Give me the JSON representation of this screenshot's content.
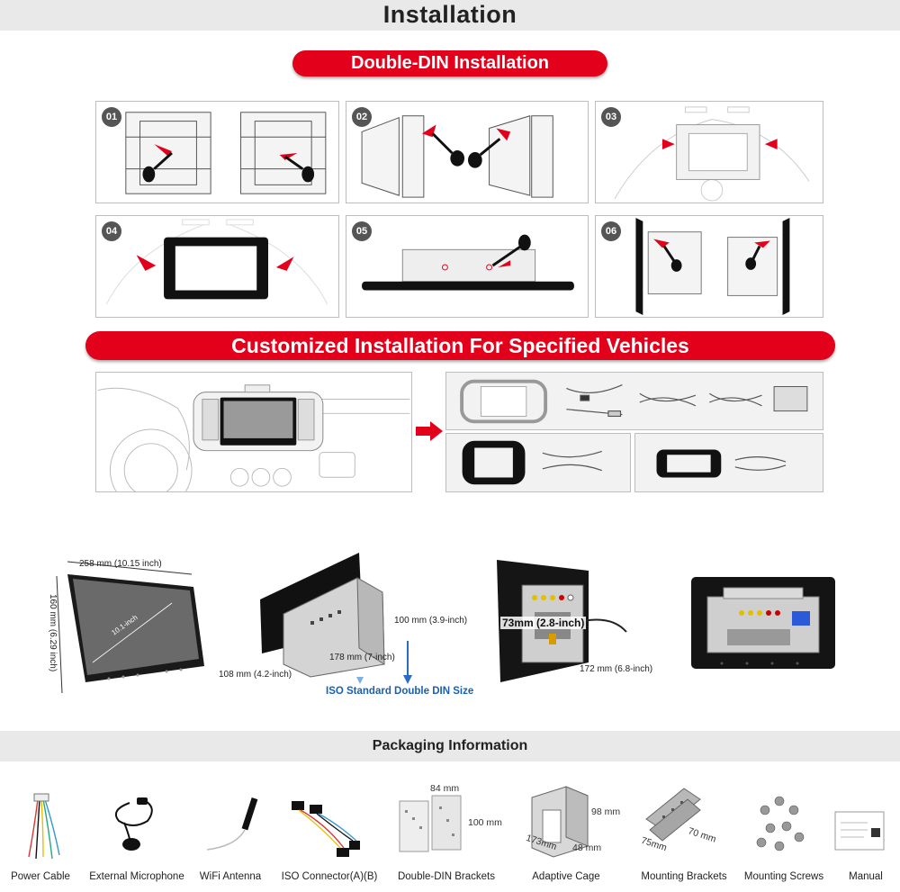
{
  "header": {
    "title": "Installation"
  },
  "double_din": {
    "heading": "Double-DIN Installation",
    "steps": [
      {
        "number": "01"
      },
      {
        "number": "02"
      },
      {
        "number": "03"
      },
      {
        "number": "04"
      },
      {
        "number": "05"
      },
      {
        "number": "06"
      }
    ]
  },
  "custom": {
    "heading": "Customized Installation For Specified Vehicles"
  },
  "dimensions": {
    "width": "258 mm (10.15 inch)",
    "height": "160 mm (6.29 inch)",
    "diagonal": "10.1-inch",
    "cage_height": "100 mm (3.9-inch)",
    "cage_depth": "178 mm (7-inch)",
    "cage_width": "108 mm (4.2-inch)",
    "standard": "ISO Standard Double DIN Size",
    "back_height": "73mm (2.8-inch)",
    "back_depth": "172 mm (6.8-inch)"
  },
  "packaging": {
    "title": "Packaging Information",
    "items": [
      {
        "label": "Power Cable"
      },
      {
        "label": "External Microphone"
      },
      {
        "label": "WiFi Antenna"
      },
      {
        "label": "ISO Connector(A)(B)"
      },
      {
        "label": "Double-DIN Brackets",
        "dim_w": "84 mm",
        "dim_h": "100 mm"
      },
      {
        "label": "Adaptive Cage",
        "dim_h": "98 mm",
        "dim_d": "173mm",
        "dim_w": "48 mm"
      },
      {
        "label": "Mounting Brackets",
        "dim_a": "75mm",
        "dim_b": "70 mm"
      },
      {
        "label": "Mounting Screws"
      },
      {
        "label": "Manual"
      }
    ]
  },
  "colors": {
    "accent": "#e3001b",
    "band": "#e9e9e9",
    "iso_blue": "#1a5fb4"
  }
}
